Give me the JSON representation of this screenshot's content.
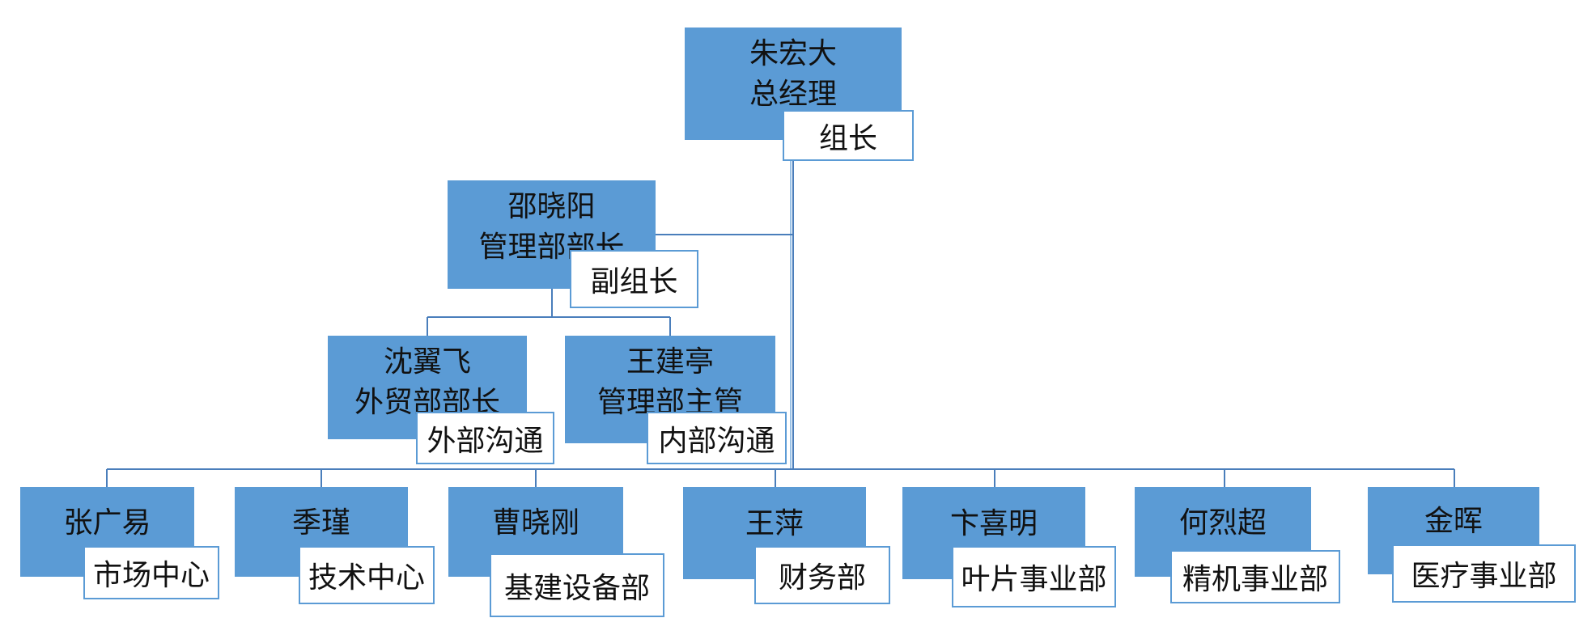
{
  "chart_data": {
    "type": "org-chart",
    "colors": {
      "node_fill": "#5b9bd5",
      "tag_border": "#5b9bd5",
      "line": "#4a7ebb"
    },
    "root": {
      "name": "朱宏大",
      "title": "总经理",
      "tag": "组长"
    },
    "deputy": {
      "name": "邵晓阳",
      "title": "管理部部长",
      "tag": "副组长"
    },
    "deputy_reports": [
      {
        "name": "沈翼飞",
        "title": "外贸部部长",
        "tag": "外部沟通"
      },
      {
        "name": "王建亭",
        "title": "管理部主管",
        "tag": "内部沟通"
      }
    ],
    "members": [
      {
        "name": "张广易",
        "tag": "市场中心"
      },
      {
        "name": "季瑾",
        "tag": "技术中心"
      },
      {
        "name": "曹晓刚",
        "tag": "基建设备部"
      },
      {
        "name": "王萍",
        "tag": "财务部"
      },
      {
        "name": "卞喜明",
        "tag": "叶片事业部"
      },
      {
        "name": "何烈超",
        "tag": "精机事业部"
      },
      {
        "name": "金晖",
        "tag": "医疗事业部"
      }
    ]
  }
}
